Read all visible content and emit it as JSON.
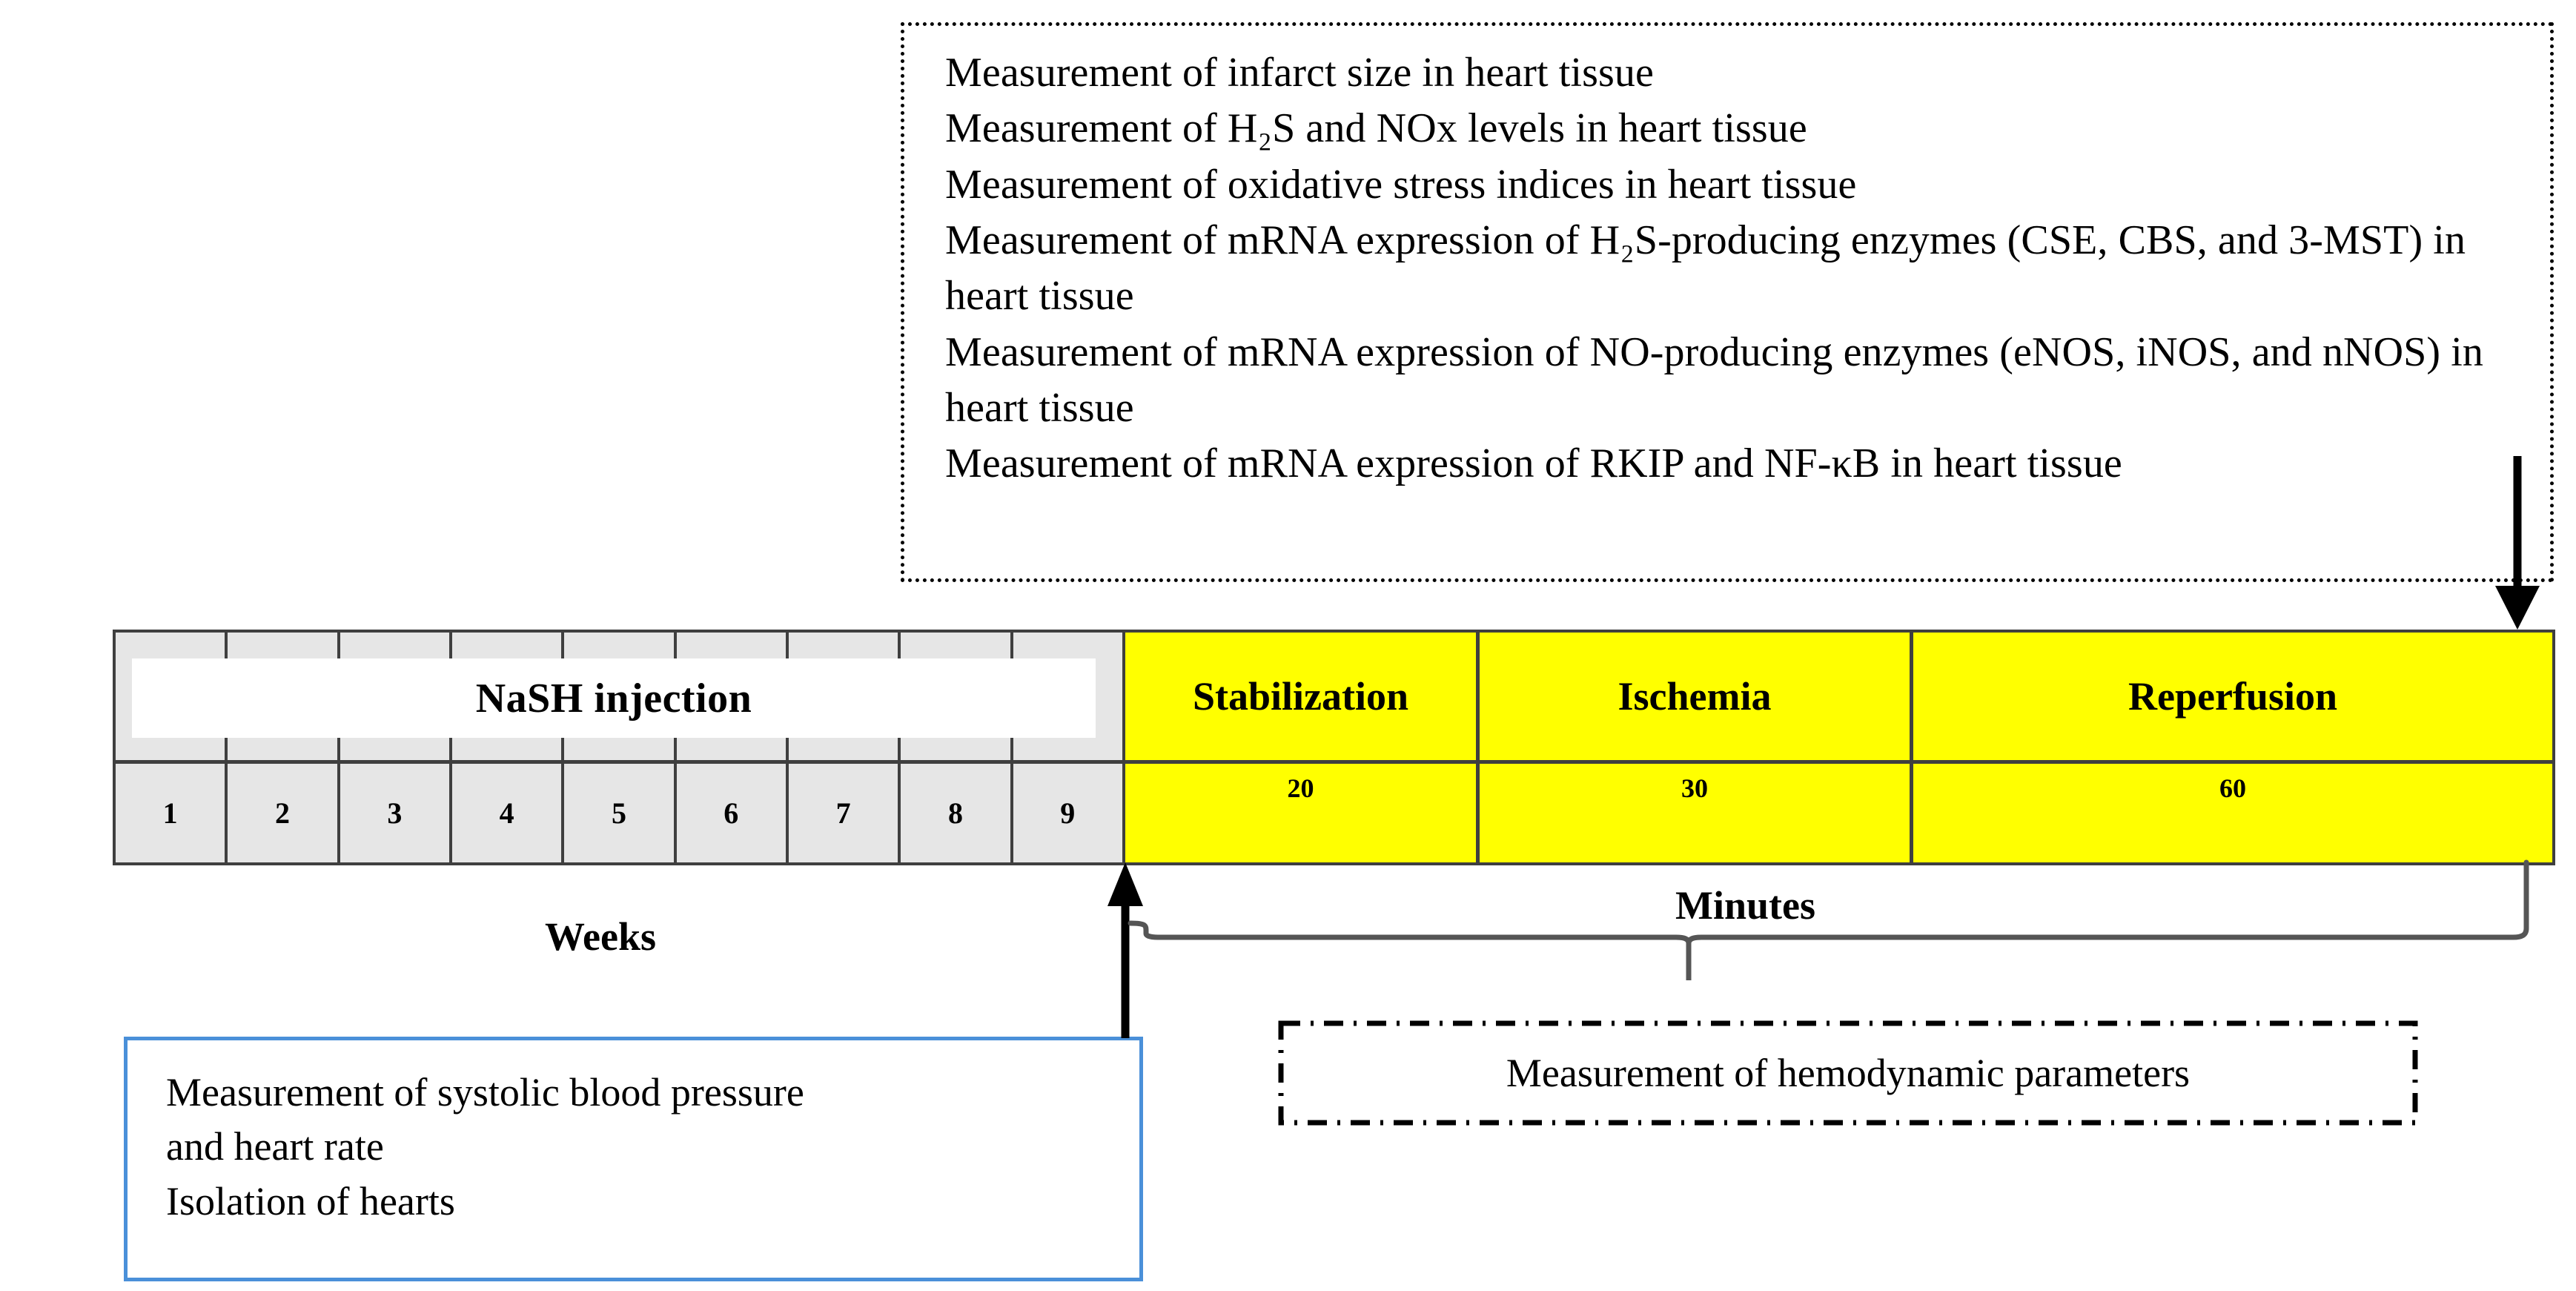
{
  "tissue_panel": {
    "name": "heart-tissue-measurements",
    "lines": [
      "Measurement of infarct size in heart tissue",
      "Measurement of H₂S and NOx levels in heart tissue",
      "Measurement of oxidative stress indices in heart tissue",
      "Measurement of mRNA expression of H₂S-producing enzymes (CSE, CBS, and 3-MST) in heart tissue",
      "Measurement of mRNA expression of NO-producing enzymes (eNOS, iNOS, and nNOS) in heart tissue",
      "Measurement of mRNA expression of RKIP and NF-κB in heart tissue"
    ]
  },
  "timeline": {
    "treatment_label": "NaSH injection",
    "weeks_axis_label": "Weeks",
    "minutes_axis_label": "Minutes",
    "weeks": [
      "1",
      "2",
      "3",
      "4",
      "5",
      "6",
      "7",
      "8",
      "9"
    ],
    "phases": [
      {
        "name": "Stabilization",
        "duration": "20"
      },
      {
        "name": "Ischemia",
        "duration": "30"
      },
      {
        "name": "Reperfusion",
        "duration": "60"
      }
    ]
  },
  "bp_box": {
    "lines": [
      "Measurement of systolic blood pressure",
      "and heart rate",
      "Isolation of hearts"
    ]
  },
  "hemo_box": {
    "label": "Measurement of hemodynamic parameters"
  },
  "colors": {
    "phase_fill": "#ffff00",
    "weeks_fill": "#e6e6e6",
    "grid_stroke": "#3f3f3f",
    "bp_box_border": "#4a90d9",
    "text": "#000000"
  }
}
